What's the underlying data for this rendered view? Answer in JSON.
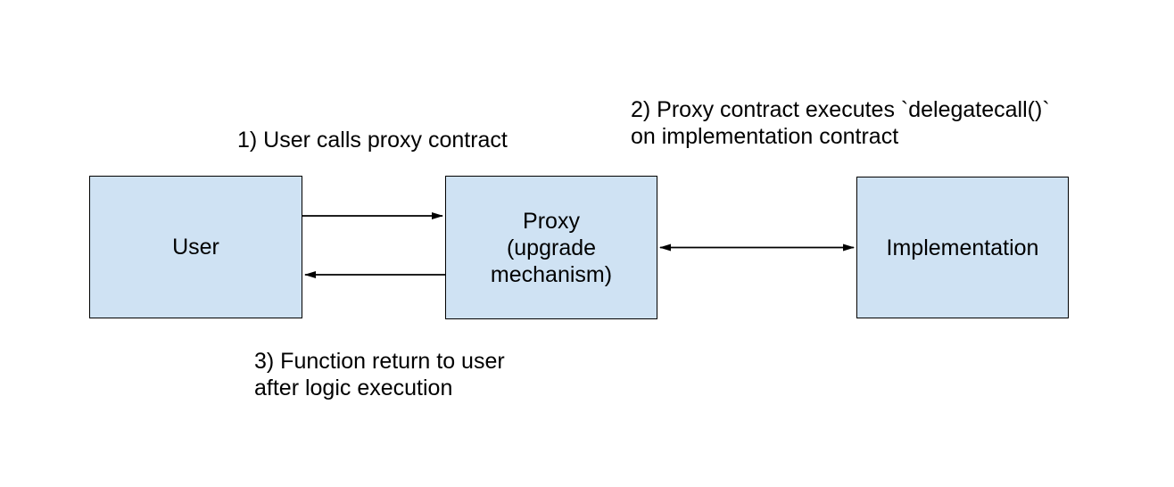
{
  "diagram": {
    "nodes": [
      {
        "id": "user",
        "label": "User"
      },
      {
        "id": "proxy",
        "label": "Proxy\n(upgrade\nmechanism)"
      },
      {
        "id": "implementation",
        "label": "Implementation"
      }
    ],
    "annotations": [
      {
        "id": "step-1",
        "text": "1) User calls proxy contract"
      },
      {
        "id": "step-2",
        "text": "2) Proxy contract executes `delegatecall()`\non implementation contract"
      },
      {
        "id": "step-3",
        "text": "3) Function return to user\nafter logic execution"
      }
    ],
    "arrows": [
      {
        "id": "user-to-proxy",
        "direction": "right"
      },
      {
        "id": "proxy-to-user",
        "direction": "left"
      },
      {
        "id": "proxy-implementation",
        "direction": "both"
      }
    ],
    "colors": {
      "node_fill": "#cfe2f3",
      "node_border": "#000000",
      "arrow": "#000000",
      "text": "#000000",
      "background": "#ffffff"
    }
  }
}
